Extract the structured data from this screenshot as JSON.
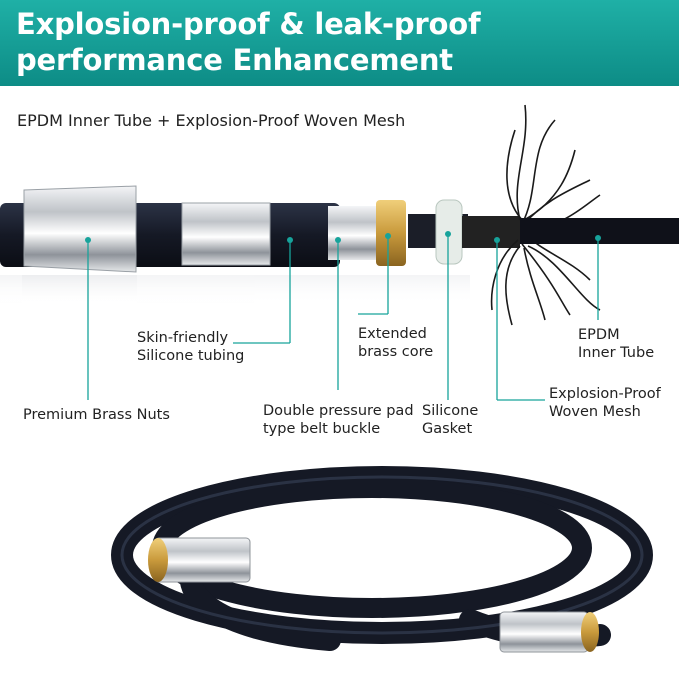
{
  "banner": {
    "title": "Explosion-proof & leak-proof performance Enhancement",
    "color": "#17a39b"
  },
  "subtitle": "EPDM Inner Tube + Explosion-Proof Woven Mesh",
  "labels": {
    "brass_nuts": "Premium Brass Nuts",
    "silicone_tubing": [
      "Skin-friendly",
      "Silicone tubing"
    ],
    "brass_core": [
      "Extended",
      "brass core"
    ],
    "belt_buckle": [
      "Double pressure pad",
      "type belt buckle"
    ],
    "gasket": [
      "Silicone",
      "Gasket"
    ],
    "inner_tube": [
      "EPDM",
      "Inner Tube"
    ],
    "woven_mesh": [
      "Explosion-Proof",
      "Woven Mesh"
    ]
  },
  "colors": {
    "leader_line": "#17a39b",
    "hose": "#161a26",
    "chrome": "#d8dadd",
    "brass": "#c99a3c"
  }
}
